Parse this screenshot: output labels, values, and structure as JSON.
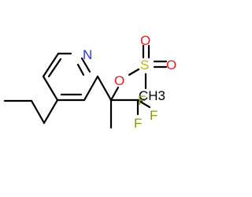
{
  "molecule": {
    "atoms": {
      "n": "N",
      "o_ether": "O",
      "s": "S",
      "o_top": "O",
      "o_right": "O",
      "ch3": "CH3",
      "f1": "F",
      "f2": "F",
      "f3": "F"
    },
    "colors": {
      "bond": "#000000",
      "N": "#2b36d6",
      "O": "#e0201a",
      "S": "#c8b400",
      "F": "#8a9a10",
      "C": "#000000"
    }
  }
}
